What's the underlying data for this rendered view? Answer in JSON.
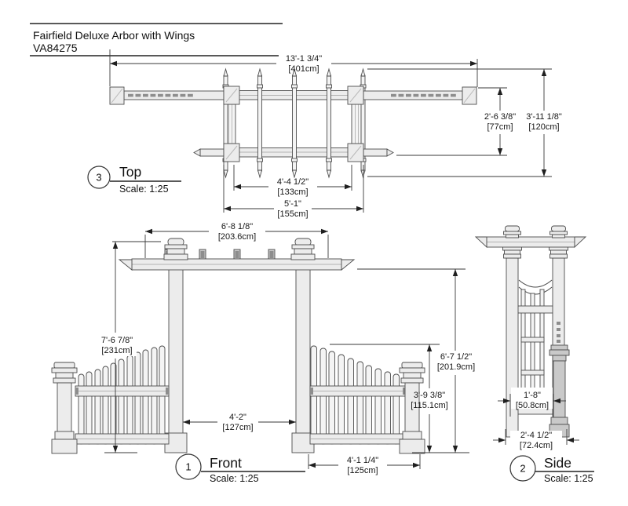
{
  "title_block": {
    "product_name": "Fairfield Deluxe Arbor with Wings",
    "model_number": "VA84275"
  },
  "colors": {
    "line": "#4a4a4a",
    "fill": "#ececec",
    "text": "#161616"
  },
  "views": {
    "top": {
      "callout_number": "3",
      "label": "Top",
      "scale": "Scale: 1:25",
      "dimensions": {
        "overall_width": {
          "imperial": "13'-1 3/4\"",
          "metric": "[401cm]"
        },
        "wing_depth": {
          "imperial": "2'-6 3/8\"",
          "metric": "[77cm]"
        },
        "overall_depth": {
          "imperial": "3'-11 1/8\"",
          "metric": "[120cm]"
        },
        "post_inner_width": {
          "imperial": "4'-4 1/2\"",
          "metric": "[133cm]"
        },
        "post_outer_width": {
          "imperial": "5'-1\"",
          "metric": "[155cm]"
        }
      }
    },
    "front": {
      "callout_number": "1",
      "label": "Front",
      "scale": "Scale: 1:25",
      "dimensions": {
        "header_width": {
          "imperial": "6'-8 1/8\"",
          "metric": "[203.6cm]"
        },
        "overall_height": {
          "imperial": "7'-6 7/8\"",
          "metric": "[231cm]"
        },
        "clearance_height": {
          "imperial": "6'-7 1/2\"",
          "metric": "[201.9cm]"
        },
        "wing_height": {
          "imperial": "3'-9 3/8\"",
          "metric": "[115.1cm]"
        },
        "opening_width": {
          "imperial": "4'-2\"",
          "metric": "[127cm]"
        },
        "wing_width": {
          "imperial": "4'-1 1/4\"",
          "metric": "[125cm]"
        }
      }
    },
    "side": {
      "callout_number": "2",
      "label": "Side",
      "scale": "Scale: 1:25",
      "dimensions": {
        "trellis_width": {
          "imperial": "1'-8\"",
          "metric": "[50.8cm]"
        },
        "depth": {
          "imperial": "2'-4 1/2\"",
          "metric": "[72.4cm]"
        }
      }
    }
  }
}
